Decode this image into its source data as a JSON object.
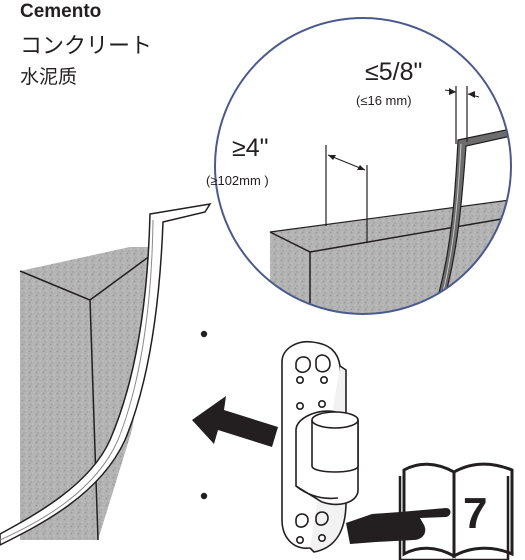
{
  "material_labels": {
    "es": "Cemento",
    "ja": "コンクリート",
    "zh": "水泥质"
  },
  "measurements": {
    "max_thickness_in": "≤5/8\"",
    "max_thickness_mm": "(≤16 mm)",
    "min_edge_distance_in": "≥4\"",
    "min_edge_distance_mm": "(≥102mm )"
  },
  "reference": {
    "page_number": "7"
  },
  "icons": {
    "wall": "concrete-wall-icon",
    "magnifier": "detail-zoom-circle",
    "bracket": "wall-bracket-icon",
    "arrow": "mount-direction-arrow-icon",
    "book": "manual-book-icon",
    "hand": "pointing-hand-icon"
  },
  "colors": {
    "line": "#231f20",
    "circle": "#4a5a8c",
    "concrete": "#b5b5b5",
    "panel_edge": "#8a8a8a"
  }
}
